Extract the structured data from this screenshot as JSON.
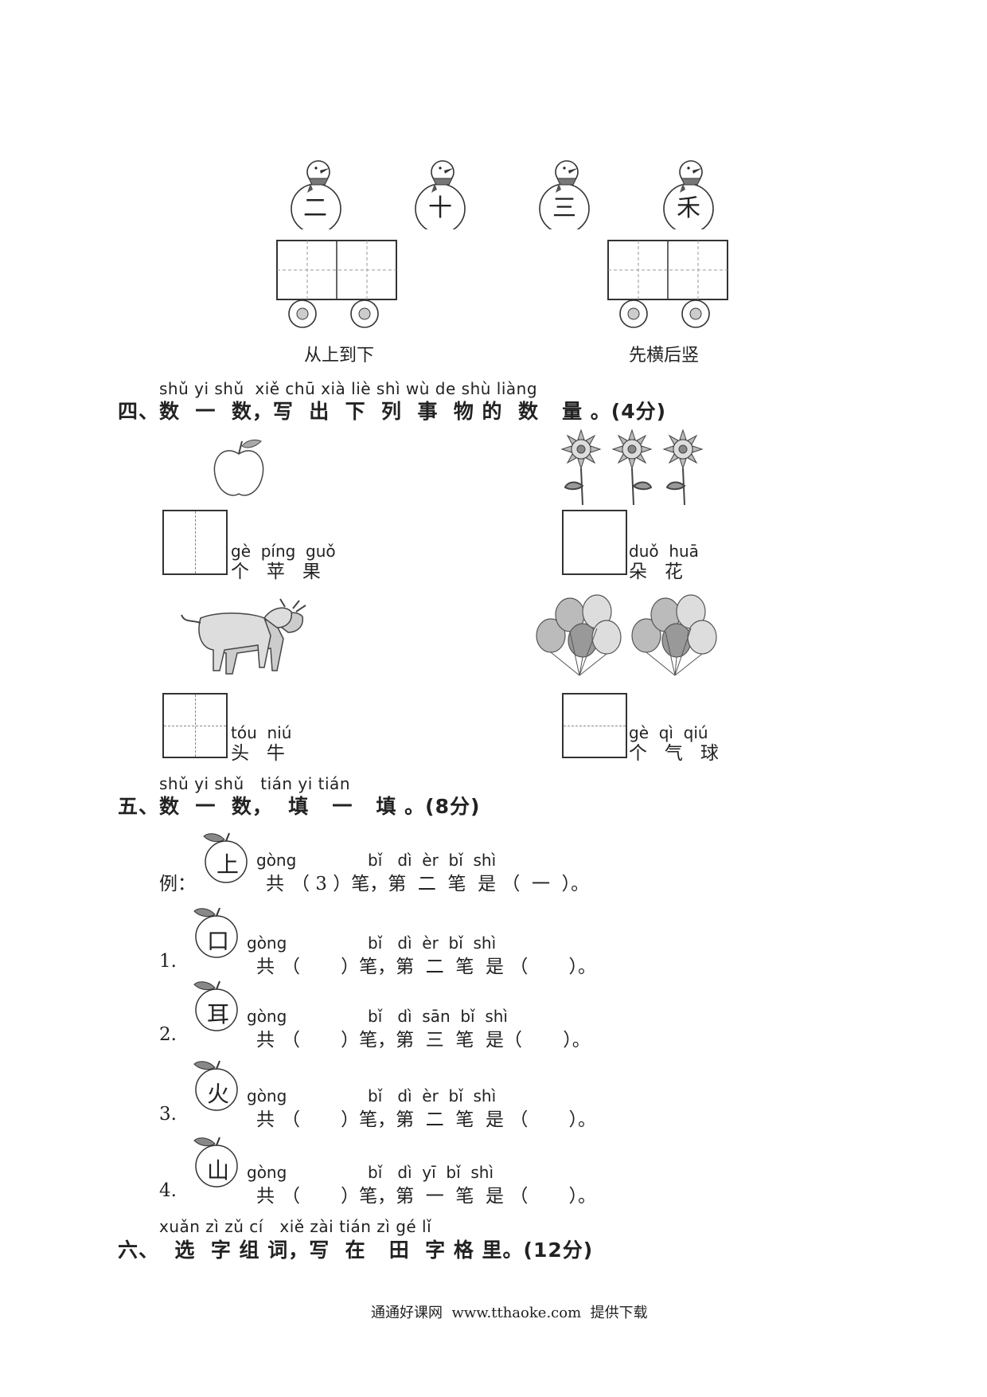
{
  "stroke_order": {
    "characters": [
      "二",
      "十",
      "三",
      "禾"
    ],
    "cart_left_caption": "从上到下",
    "cart_right_caption": "先横后竖"
  },
  "section4": {
    "pinyin": "shǔ yi shǔ  xiě chū xià liè shì wù de shù liàng",
    "title": "四、数  一  数，写  出  下  列  事  物 的  数   量 。(4分)",
    "items": [
      {
        "pinyin": "gè  píng  guǒ",
        "hanzi": "个   苹   果",
        "picture": "apple"
      },
      {
        "pinyin": "duǒ  huā",
        "hanzi": "朵   花",
        "picture": "flowers"
      },
      {
        "pinyin": "tóu  niú",
        "hanzi": "头   牛",
        "picture": "cows"
      },
      {
        "pinyin": "gè  qì  qiú",
        "hanzi": "个   气   球",
        "picture": "balloons"
      }
    ]
  },
  "section5": {
    "pinyin": "shǔ yi shǔ   tián yi tián",
    "title": "五、数  一  数，  填   一   填 。(8分)",
    "example": {
      "label": "例：",
      "char": "上",
      "gong_py": "gòng",
      "gong": "共",
      "paren": "（ 3 ）笔，第  二  笔  是 （  一  ）。",
      "py2": "bǐ   dì  èr  bǐ  shì"
    },
    "questions": [
      {
        "num": "1.",
        "char": "口",
        "gong_py": "gòng",
        "gong": "共",
        "paren": "（       ）笔，第  二  笔  是 （       ）。",
        "py2": "bǐ   dì  èr  bǐ  shì"
      },
      {
        "num": "2.",
        "char": "耳",
        "gong_py": "gòng",
        "gong": "共",
        "paren": "（       ）笔，第  三  笔  是（       ）。",
        "py2": "bǐ   dì  sān  bǐ  shì"
      },
      {
        "num": "3.",
        "char": "火",
        "gong_py": "gòng",
        "gong": "共",
        "paren": "（       ）笔，第  二  笔  是 （       ）。",
        "py2": "bǐ   dì  èr  bǐ  shì"
      },
      {
        "num": "4.",
        "char": "山",
        "gong_py": "gòng",
        "gong": "共",
        "paren": "（       ）笔，第  一  笔  是 （       ）。",
        "py2": "bǐ   dì  yī  bǐ  shì"
      }
    ]
  },
  "section6": {
    "pinyin": "xuǎn zì zǔ cí   xiě zài tián zì gé lǐ",
    "title": "六、  选  字 组 词，写  在   田  字 格 里。(12分)"
  },
  "footer": "通通好课网  www.tthaoke.com  提供下载"
}
